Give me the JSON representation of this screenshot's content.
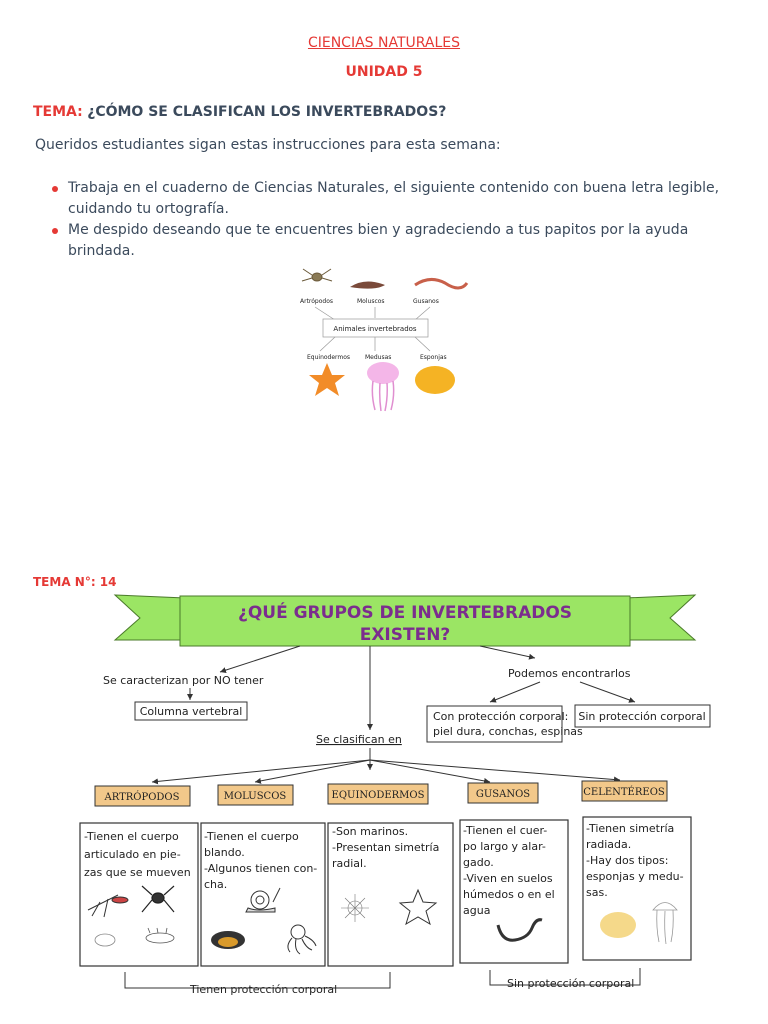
{
  "header": {
    "subject": "CIENCIAS NATURALES",
    "unit": "UNIDAD 5",
    "tema_label": "TEMA:",
    "tema_value": "¿CÓMO SE CLASIFICAN LOS INVERTEBRADOS?"
  },
  "intro": "Queridos estudiantes sigan estas instrucciones para esta semana:",
  "bullets": [
    "Trabaja en el cuaderno de Ciencias Naturales, el siguiente contenido con buena letra legible, cuidando tu ortografía.",
    "Me despido deseando que te encuentres bien y agradeciendo a tus papitos por la ayuda brindada."
  ],
  "small_diagram": {
    "center": "Animales invertebrados",
    "top": [
      "Artrópodos",
      "Moluscos",
      "Gusanos"
    ],
    "bottom": [
      "Equinodermos",
      "Medusas",
      "Esponjas"
    ]
  },
  "tema_number": "TEMA N°: 14",
  "concept_map": {
    "banner_line1": "¿QUÉ GRUPOS DE INVERTEBRADOS",
    "banner_line2": "EXISTEN?",
    "left_branch": "Se caracterizan por NO tener",
    "left_box": "Columna vertebral",
    "right_branch": "Podemos encontrarlos",
    "right_box1_line1": "Con protección corporal:",
    "right_box1_line2": "piel dura, conchas, espinas",
    "right_box2": "Sin protección corporal",
    "middle_label": "Se clasifican en",
    "groups": [
      {
        "name": "ARTRÓPODOS",
        "lines": [
          "-Tienen el cuerpo",
          "articulado en pie-",
          "zas que se mueven"
        ]
      },
      {
        "name": "MOLUSCOS",
        "lines": [
          "-Tienen el cuerpo",
          "blando.",
          "-Algunos tienen con-",
          "cha."
        ]
      },
      {
        "name": "EQUINODERMOS",
        "lines": [
          "-Son marinos.",
          "-Presentan simetría",
          "radial."
        ]
      },
      {
        "name": "GUSANOS",
        "lines": [
          "-Tienen el cuer-",
          "po largo y alar-",
          "gado.",
          "-Viven en suelos",
          "húmedos o en el",
          "agua"
        ]
      },
      {
        "name": "CELENTÉREOS",
        "lines": [
          "-Tienen simetría",
          "radiada.",
          "-Hay dos tipos:",
          "esponjas y medu-",
          "sas."
        ]
      }
    ],
    "bottom_left": "Tienen protección corporal",
    "bottom_right": "Sin protección corporal"
  },
  "colors": {
    "accent_red": "#e53935",
    "banner_green": "#9be564",
    "banner_text": "#7b2d8e"
  }
}
